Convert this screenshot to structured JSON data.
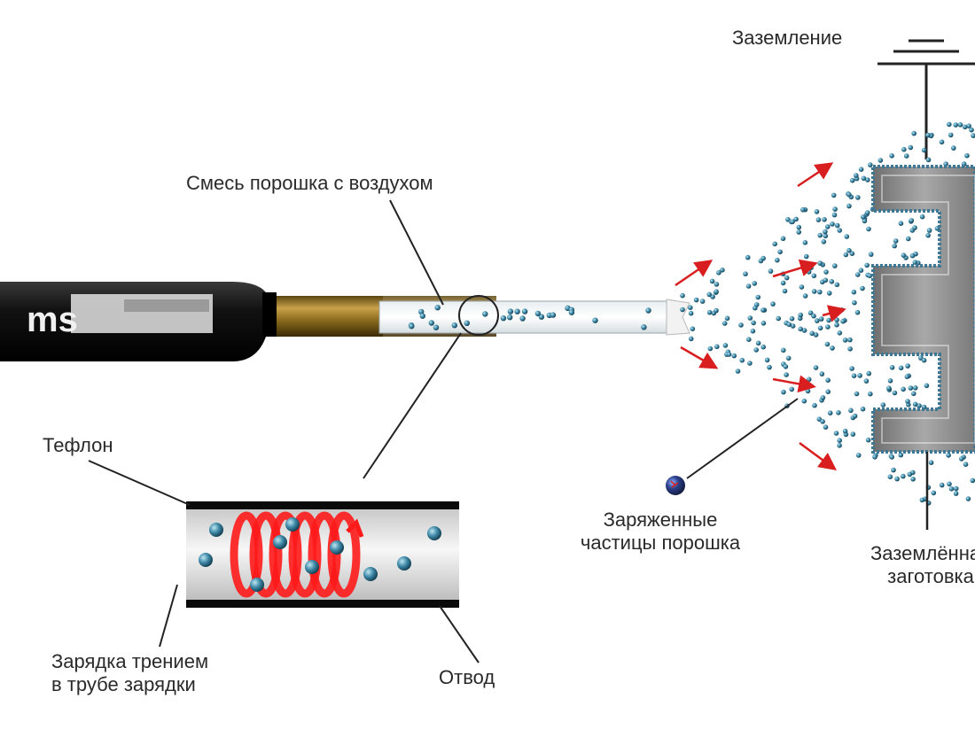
{
  "labels": {
    "ground": "Заземление",
    "powder_air_mix": "Смесь порошка с воздухом",
    "teflon": "Тефлон",
    "charged_particles_line1": "Заряженные",
    "charged_particles_line2": "частицы  порошка",
    "grounded_workpiece_line1": "Заземлённая",
    "grounded_workpiece_line2": "заготовка",
    "friction_charging_line1": "Зарядка трением",
    "friction_charging_line2": "в трубе зарядки",
    "outlet": "Отвод"
  },
  "gun_logo": "ms",
  "colors": {
    "particle": "#1f5f7a",
    "particle_highlight": "#9fd3e6",
    "arrow": "#d81e1e",
    "coil": "#ff1a1a",
    "gun_body": "#111111",
    "tube_brass": "#8a6a1c",
    "workpiece": "#8c8c8c",
    "workpiece_edge": "#4a7d96"
  }
}
